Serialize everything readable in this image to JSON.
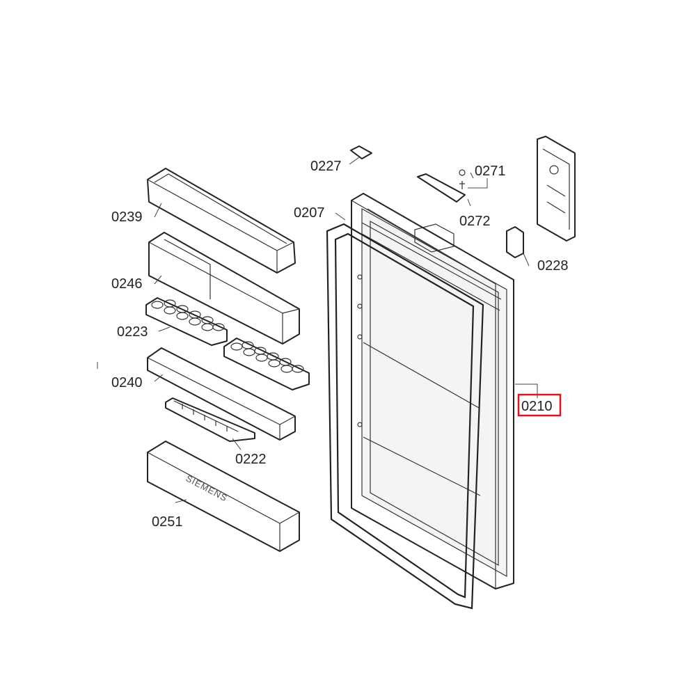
{
  "diagram": {
    "brand_text": "SIEMENS",
    "highlight_color": "#e0141e",
    "labels": {
      "p0239": "0239",
      "p0246": "0246",
      "p0223": "0223",
      "p0240": "0240",
      "p0222": "0222",
      "p0251": "0251",
      "p0227": "0227",
      "p0207": "0207",
      "p0271": "0271",
      "p0272": "0272",
      "p0228": "0228",
      "p0210": "0210"
    },
    "highlighted_part": "0210"
  }
}
